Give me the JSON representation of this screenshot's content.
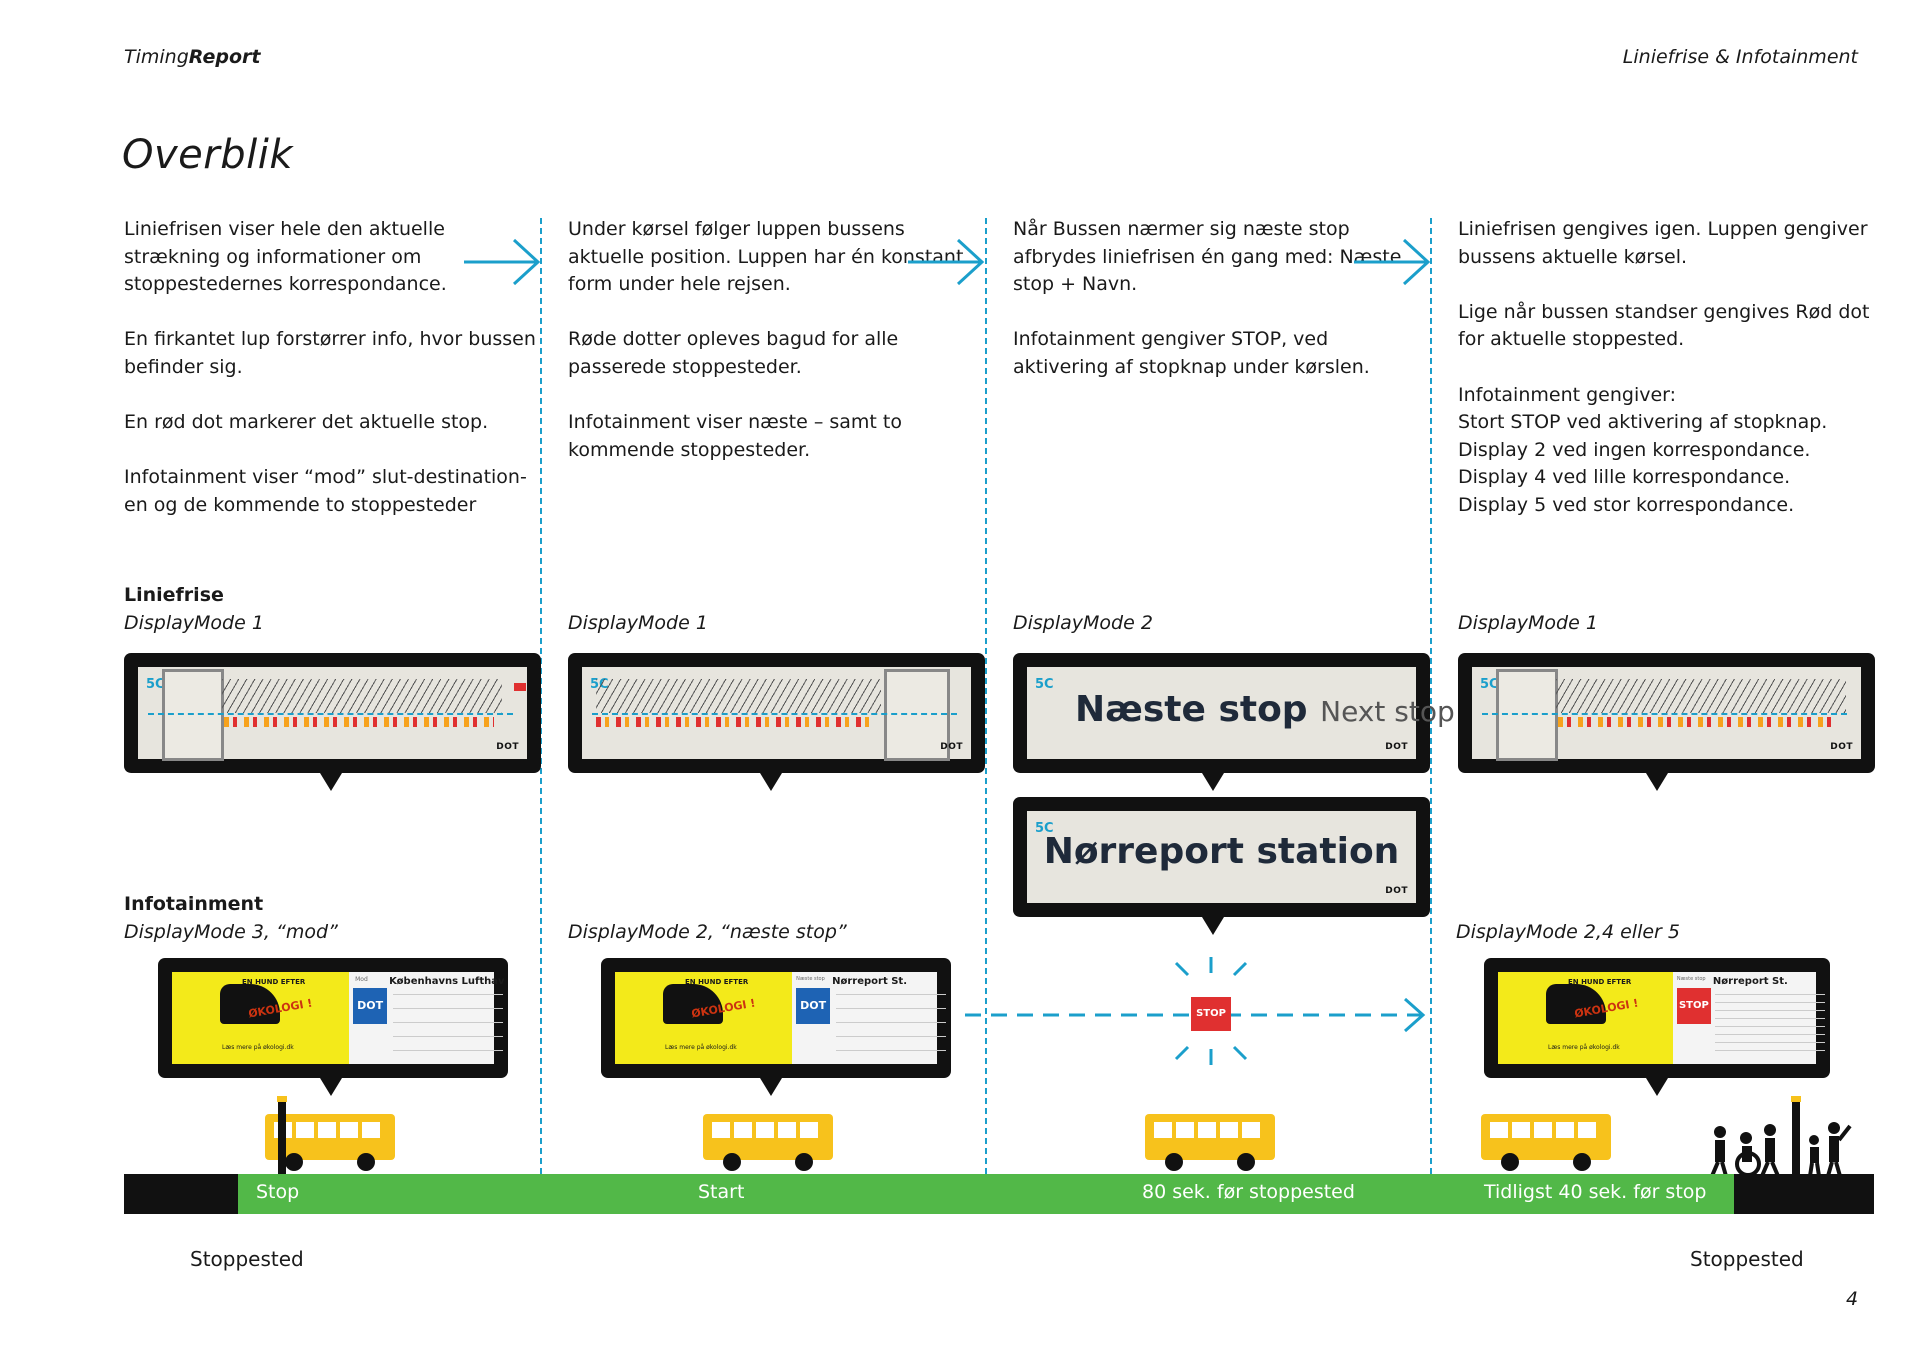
{
  "header": {
    "left_light": "Timing",
    "left_bold": "Report",
    "right": "Liniefrise & Infotainment"
  },
  "title": "Overblik",
  "columns": [
    {
      "paragraphs": [
        "Liniefrisen viser hele den aktuelle strækning og informationer om stoppestedernes korrespondance.",
        "En firkantet lup forstørrer info, hvor bussen befinder sig.",
        "En rød dot markerer det aktuelle stop.",
        "Infotainment viser “mod” slut-destination-en og de kommende to stoppesteder"
      ]
    },
    {
      "paragraphs": [
        "Under kørsel følger luppen bussens aktuelle position. Luppen har én konstant form under hele rejsen.",
        "Røde dotter opleves bagud for alle passerede stoppesteder.",
        "Infotainment viser næste – samt to kommende stoppesteder."
      ]
    },
    {
      "paragraphs": [
        "Når Bussen nærmer sig næste stop afbrydes liniefrisen én gang med: Næste stop + Navn.",
        "Infotainment gengiver STOP, ved aktivering af stopknap under kørslen."
      ]
    },
    {
      "paragraphs": [
        "Liniefrisen gengives igen. Luppen gengiver bussens aktuelle kørsel.",
        "Lige når bussen standser gengives Rød dot for aktuelle stoppested.",
        "Infotainment gengiver:\nStort STOP ved aktivering af stopknap.\nDisplay 2 ved ingen korrespondance.\nDisplay 4 ved lille korrespondance.\nDisplay 5 ved stor korrespondance."
      ]
    }
  ],
  "liniefrise": {
    "heading": "Liniefrise",
    "modes": [
      "DisplayMode 1",
      "DisplayMode 1",
      "DisplayMode 2",
      "DisplayMode 1"
    ]
  },
  "infotainment": {
    "heading": "Infotainment",
    "modes": [
      "DisplayMode 3, “mod”",
      "DisplayMode 2, “næste stop”",
      "DisplayMode 2,4 eller 5"
    ]
  },
  "screens": {
    "line": "5C",
    "logo": "DOT",
    "next_stop_big": "Næste stop",
    "next_stop_small": "Next stop",
    "station": "Nørreport station",
    "stop_sign": "STOP",
    "info": {
      "ad_line1": "EN HUND EFTER",
      "ad_line2": "ØKOLOGI !",
      "ad_footer": "Læs mere på økologi.dk",
      "mod_label": "Mod",
      "mod_dest": "Københavns Lufthavn Te",
      "next_label": "Næste stop",
      "next_dest": "Nørreport St."
    }
  },
  "timeline": {
    "labels": [
      "Stop",
      "Start",
      "80 sek. før stoppested",
      "Tidligst 40 sek. før stop"
    ],
    "stops": [
      "Stoppested",
      "Stoppested"
    ]
  },
  "page_number": "4",
  "colors": {
    "accent": "#1b9fcb",
    "green": "#52b848",
    "bus": "#f7c21c",
    "stop": "#e03030"
  }
}
